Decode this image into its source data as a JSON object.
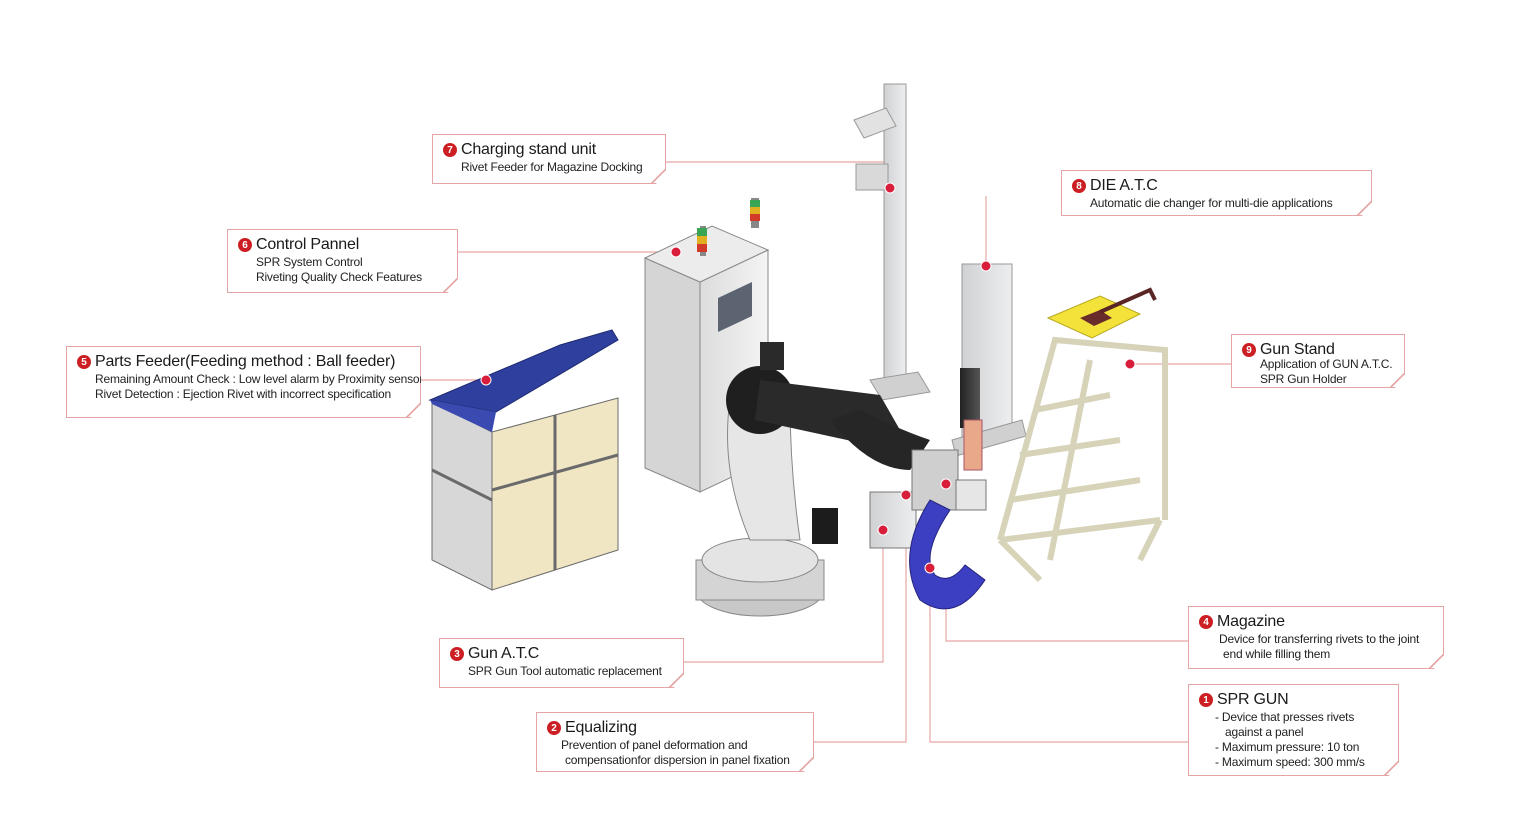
{
  "callouts": [
    {
      "id": "7",
      "num": "7",
      "title": "Charging stand unit",
      "lines": [
        "Rivet Feeder for Magazine Docking"
      ]
    },
    {
      "id": "8",
      "num": "8",
      "title": "DIE A.T.C",
      "lines": [
        "Automatic die changer for multi-die applications"
      ]
    },
    {
      "id": "6",
      "num": "6",
      "title": "Control Pannel",
      "lines": [
        "SPR System Control",
        "Riveting Quality Check Features"
      ]
    },
    {
      "id": "5",
      "num": "5",
      "title": "Parts Feeder(Feeding method : Ball feeder)",
      "lines": [
        "Remaining Amount Check : Low level alarm by Proximity sensor",
        "Rivet Detection : Ejection Rivet with incorrect specification"
      ]
    },
    {
      "id": "9",
      "num": "9",
      "title": "Gun Stand",
      "lines": [
        "Application of GUN A.T.C.",
        "SPR Gun Holder"
      ]
    },
    {
      "id": "4",
      "num": "4",
      "title": "Magazine",
      "lines": [
        "Device for transferring rivets to the joint",
        "end while filling them"
      ]
    },
    {
      "id": "3",
      "num": "3",
      "title": "Gun A.T.C",
      "lines": [
        "SPR Gun Tool automatic replacement"
      ]
    },
    {
      "id": "1",
      "num": "1",
      "title": "SPR GUN",
      "lines": [
        "- Device that presses rivets",
        "against a panel",
        "- Maximum pressure: 10 ton",
        "- Maximum speed: 300 mm/s"
      ]
    },
    {
      "id": "2",
      "num": "2",
      "title": "Equalizing",
      "lines": [
        "Prevention of panel deformation and",
        "compensationfor dispersion in panel fixation"
      ]
    }
  ],
  "colors": {
    "accent": "#cc1f24",
    "leader": "#e6a5a5",
    "marker": "#d81e3a"
  }
}
